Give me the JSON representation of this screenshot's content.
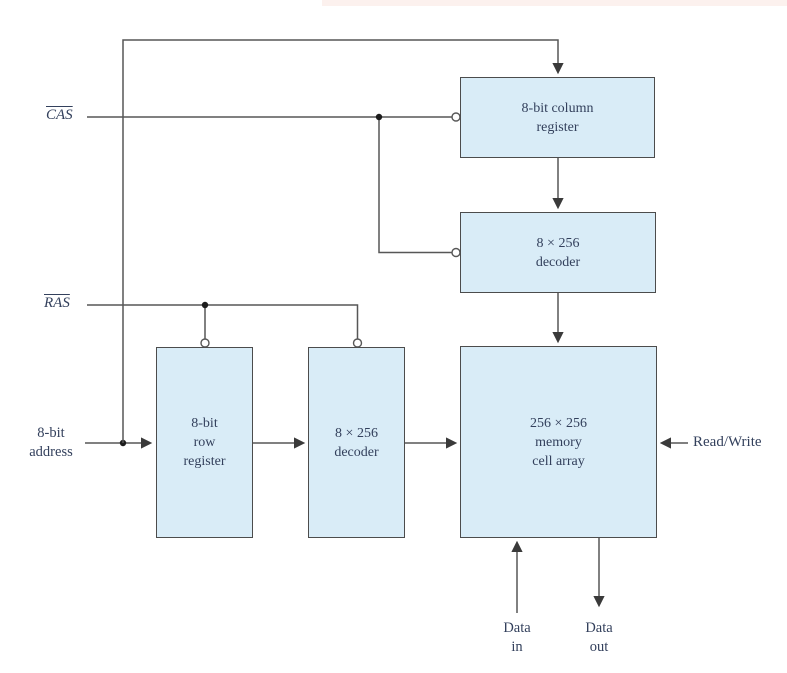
{
  "diagram": {
    "boxes": {
      "column_register": {
        "lines": [
          "8-bit column",
          "register"
        ]
      },
      "decoder_top": {
        "lines": [
          "8 × 256",
          "decoder"
        ]
      },
      "memory_array": {
        "lines": [
          "256 × 256",
          "memory",
          "cell array"
        ]
      },
      "row_register": {
        "lines": [
          "8-bit",
          "row",
          "register"
        ]
      },
      "decoder_left": {
        "lines": [
          "8 × 256",
          "decoder"
        ]
      }
    },
    "signals": {
      "cas": "CAS",
      "ras": "RAS",
      "address": {
        "lines": [
          "8-bit",
          "address"
        ]
      },
      "read_write": "Read/Write",
      "data_in": {
        "lines": [
          "Data",
          "in"
        ]
      },
      "data_out": {
        "lines": [
          "Data",
          "out"
        ]
      }
    },
    "colors": {
      "box_fill": "#d9ecf7",
      "box_border": "#4c4c4c",
      "line": "#575757",
      "text": "#33405c",
      "top_strip": "#fbeeea"
    }
  }
}
